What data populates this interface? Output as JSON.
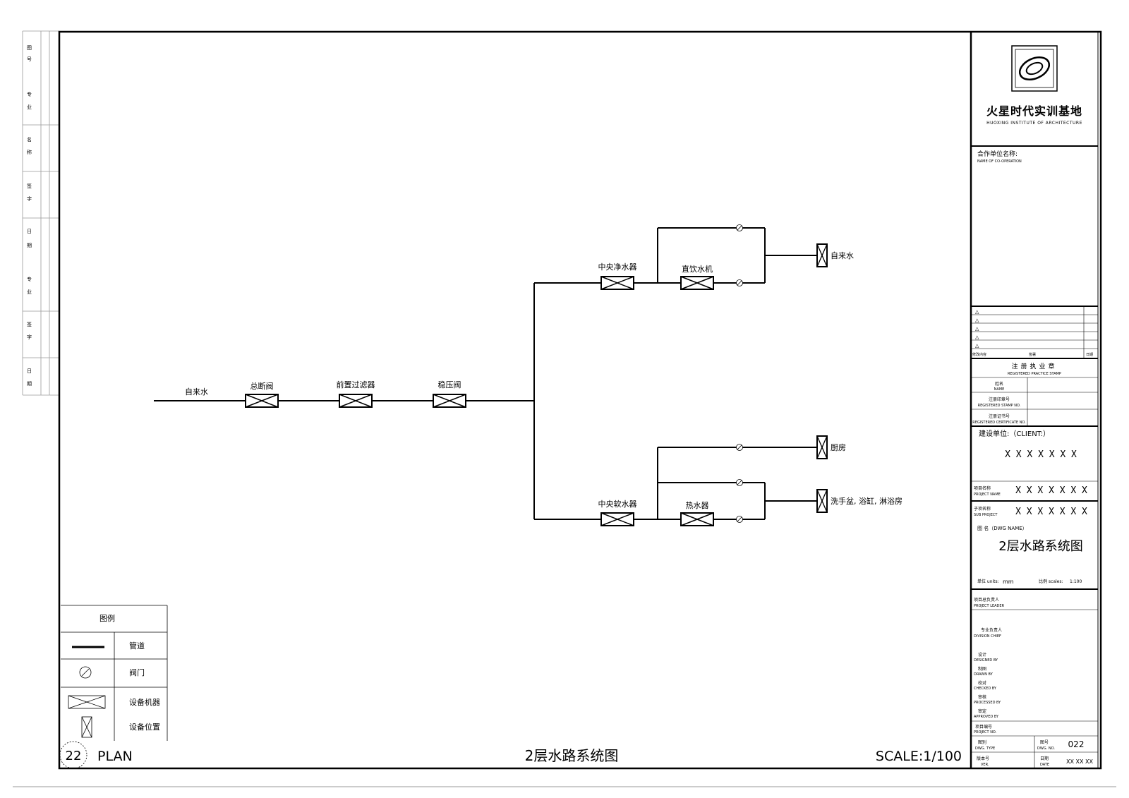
{
  "title_block": {
    "company_cn": "火星时代实训基地",
    "company_en": "HUOXING INSTITUTE OF ARCHITECTURE",
    "coop_label_cn": "合作单位名称:",
    "coop_label_en": "NAME OF CO-OPERATION",
    "rev_col1": "修改内容",
    "rev_col2": "签署",
    "rev_col3": "日期",
    "reg_title_cn": "注册执业章",
    "reg_title_en": "REGISTERED PRACTICE STAMP",
    "reg_name_cn": "姓名",
    "reg_name_en": "NAME",
    "reg_stamp_cn": "注册印章号",
    "reg_stamp_en": "REGISTERED STAMP NO.",
    "reg_cert_cn": "注册证书号",
    "reg_cert_en": "REGISTERED CERTIFICATE NO.",
    "client_label": "建设单位:（CLIENT:）",
    "client_value": "X X X X X X X",
    "project_label_cn": "项目名称",
    "project_label_en": "PROJECT NAME",
    "project_value": "X X X X X X X",
    "sub_label_cn": "子项名称",
    "sub_label_en": "SUB PROJECT",
    "sub_value": "X X X X X X X",
    "dwg_name_label": "图  名（DWG NAME）",
    "dwg_name": "2层水路系统图",
    "unit_label": "单位 units:",
    "unit_value": "mm",
    "scale_label": "比例 scales:",
    "scale_value": "1:100",
    "leader_cn": "项目总负责人",
    "leader_en": "PROJECT LEADER",
    "chief_cn": "专业负责人",
    "chief_en": "DIVISION CHIEF",
    "designed_cn": "设计",
    "designed_en": "DESIGNED BY",
    "drawn_cn": "制图",
    "drawn_en": "DRAWN BY",
    "checked_cn": "校对",
    "checked_en": "CHECKED BY",
    "reviewed_cn": "审核",
    "reviewed_en": "PROCESSED BY",
    "approved_cn": "审定",
    "approved_en": "APPROVED BY",
    "projno_cn": "项目编号",
    "projno_en": "PROJECT NO.",
    "dwgtype_cn": "图别",
    "dwgtype_en": "DWG. TYPE",
    "dwgno_cn": "图号",
    "dwgno_en": "DWG. NO.",
    "dwgno_value": "022",
    "ver_cn": "版本号",
    "ver_en": "VER.",
    "date_cn": "日期",
    "date_en": "DATE",
    "date_value": "XX XX XX"
  },
  "left_strip": {
    "labels": [
      "图",
      "号",
      "专",
      "业",
      "名",
      "称",
      "签",
      "字",
      "日",
      "期",
      "专",
      "业",
      "签",
      "字",
      "日",
      "期"
    ]
  },
  "diagram": {
    "inlet_label": "自来水",
    "shutoff_label": "总断阀",
    "prefilter_label": "前置过滤器",
    "pressure_label": "稳压阀",
    "purifier_label": "中央净水器",
    "direct_drink_label": "直饮水机",
    "tap_label": "自来水",
    "softener_label": "中央软水器",
    "heater_label": "热水器",
    "kitchen_label": "厨房",
    "bath_label": "洗手盆, 浴缸, 淋浴房"
  },
  "legend": {
    "title": "图例",
    "pipe": "管道",
    "valve": "阀门",
    "equipment": "设备机器",
    "position": "设备位置"
  },
  "footer": {
    "number": "22",
    "plan": "PLAN",
    "title": "2层水路系统图",
    "scale": "SCALE:1/100"
  }
}
